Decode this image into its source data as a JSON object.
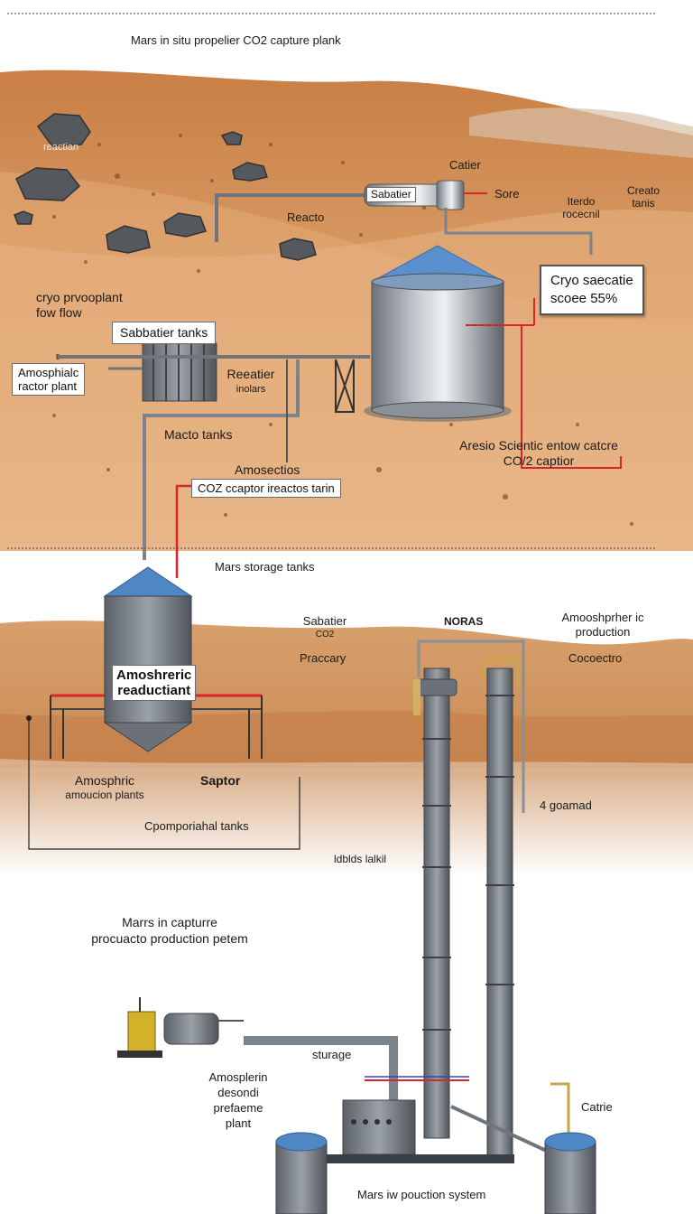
{
  "colors": {
    "sky": "#ffffff",
    "ground": "#d79a63",
    "ground_dark": "#c47b45",
    "metal": "#8e959c",
    "tank_top": "#4f86c4",
    "pipe_red": "#d8262a",
    "pipe_gray": "#7d838a"
  },
  "icons": {
    "rocks": "rock-icon",
    "tank": "storage-tank-icon",
    "column": "distillation-column-icon",
    "reactor": "reactor-vessel-icon"
  },
  "title": "Mars in situ propelier CO2 capture plank",
  "top": {
    "rock_label": "reactian",
    "reacto": "Reacto",
    "sabatier_tag": "Sabatier",
    "catier": "Catier",
    "sore": "Sore",
    "iterdo_line1": "Iterdo",
    "iterdo_line2": "rocecnil",
    "creato_line1": "Creato",
    "creato_line2": "tanis",
    "cryo_flow_line1": "cryo prvooplant",
    "cryo_flow_line2": "fow flow",
    "sabatier_tanks": "Sabbatier tanks",
    "amosphialc_line1": "Amosphialc",
    "amosphialc_line2": "ractor plant",
    "reeatier_line1": "Reeatier",
    "reeatier_line2": "inolars",
    "cryo_box_line1": "Cryo saecatie",
    "cryo_box_line2": "scoee 55%",
    "macto_tanks": "Macto tanks",
    "amosectios": "Amosectios",
    "co2_box": "COZ ccaptor ireactos tarin",
    "aresio_line1": "Aresio Scientic entow catcre",
    "aresio_line2": "CO/2 captior"
  },
  "middle": {
    "storage_title": "Mars storage tanks",
    "tank_label_line1": "Amoshreric",
    "tank_label_line2": "reaductiant",
    "sabatier_line1": "Sabatier",
    "sabatier_line2": "CO2",
    "praccary": "Praccary",
    "noraa": "NORAS",
    "amosh_prod_line1": "Amooshprher ic",
    "amosh_prod_line2": "production",
    "cocoectro": "Cocoectro",
    "amosphric_line1": "Amosphric",
    "amosphric_line2": "amoucion plants",
    "saptor": "Saptor",
    "cpompor": "Cpomporiahal tanks",
    "goamad": "4 goamad",
    "idbids": "ldblds lalkil"
  },
  "bottom": {
    "capture_line1": "Marrs in capturre",
    "capture_line2": "procuacto production petem",
    "sturage": "sturage",
    "amospl_line1": "Amosplerin",
    "amospl_line2": "desondi",
    "amospl_line3": "prefaeme",
    "amospl_line4": "plant",
    "catrie": "Catrie",
    "system": "Mars iw pouction system"
  }
}
